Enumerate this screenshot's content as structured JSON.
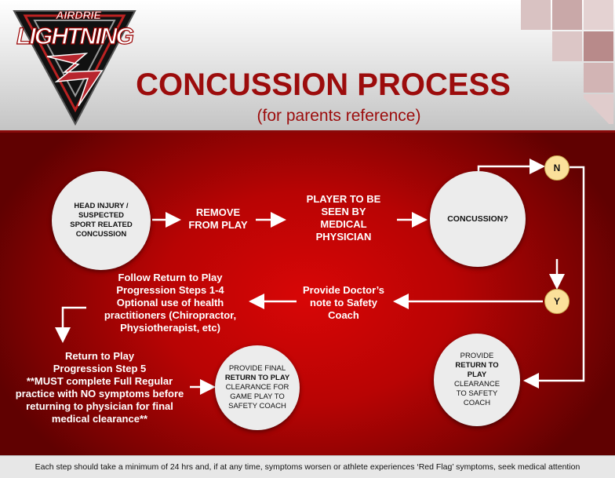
{
  "header": {
    "title": "CONCUSSION PROCESS",
    "subtitle": "(for parents reference)",
    "logo": {
      "top": "AIRDRIE",
      "main": "LIGHTNING"
    }
  },
  "colors": {
    "title": "#9c0c0c",
    "background": "#c00404",
    "node": "#ececec",
    "decision": "#fbe09a"
  },
  "nodes": {
    "head_injury": [
      "HEAD INJURY /",
      "SUSPECTED",
      "SPORT RELATED",
      "CONCUSSION"
    ],
    "remove": "REMOVE FROM PLAY",
    "physician": "PLAYER TO BE SEEN BY MEDICAL PHYSICIAN",
    "concussion": "CONCUSSION?",
    "no": "N",
    "yes": "Y",
    "doctor_note": "Provide Doctor’s note to Safety Coach",
    "steps_1_4": "Follow Return to Play Progression Steps 1-4 Optional use of health practitioners (Chiropractor, Physiotherapist, etc)",
    "step_5": [
      "Return to Play",
      "Progression Step 5",
      "**MUST complete Full Regular practice with NO symptoms before returning to physician for final medical clearance**"
    ],
    "final_clearance": {
      "a": "PROVIDE FINAL",
      "b": "RETURN TO PLAY",
      "c": "CLEARANCE FOR GAME PLAY TO SAFETY COACH"
    },
    "rtp_clearance": {
      "a": "PROVIDE",
      "b": "RETURN TO PLAY",
      "c": "CLEARANCE TO SAFETY COACH"
    }
  },
  "footer": "Each step should take a minimum of 24 hrs and, if at any time, symptoms worsen or athlete experiences ‘Red Flag’ symptoms, seek medical attention"
}
